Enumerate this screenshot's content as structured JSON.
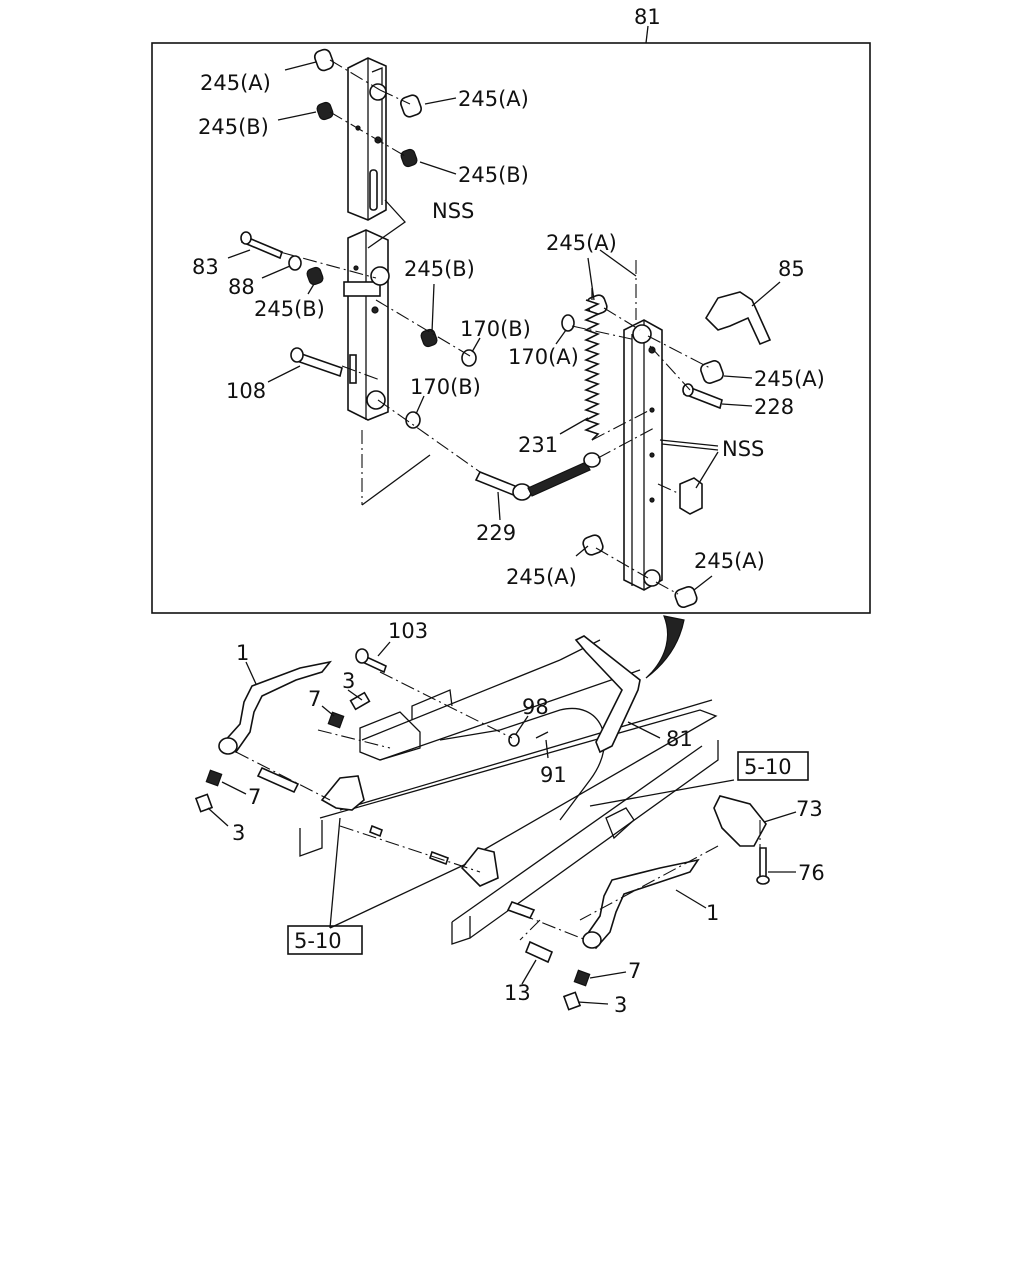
{
  "labels": {
    "l81_top": "81",
    "l245a_1": "245(A)",
    "l245a_2": "245(A)",
    "l245b_1": "245(B)",
    "l245b_2": "245(B)",
    "lnss_1": "NSS",
    "l83": "83",
    "l88": "88",
    "l245b_3": "245(B)",
    "l245b_4": "245(B)",
    "l170b_1": "170(B)",
    "l108": "108",
    "l170b_2": "170(B)",
    "l245a_3": "245(A)",
    "l85": "85",
    "l170a": "170(A)",
    "l245a_4": "245(A)",
    "l228": "228",
    "l231": "231",
    "lnss_2": "NSS",
    "l229": "229",
    "l245a_5": "245(A)",
    "l245a_6": "245(A)",
    "l103": "103",
    "l1_top": "1",
    "l3_top": "3",
    "l7_top": "7",
    "l98": "98",
    "l81_bottom": "81",
    "l91": "91",
    "l510_right": "5-10",
    "l73": "73",
    "l7_left": "7",
    "l3_left": "3",
    "l76": "76",
    "l1_right": "1",
    "l510_left": "5-10",
    "l13": "13",
    "l7_bottom": "7",
    "l3_bottom": "3"
  }
}
